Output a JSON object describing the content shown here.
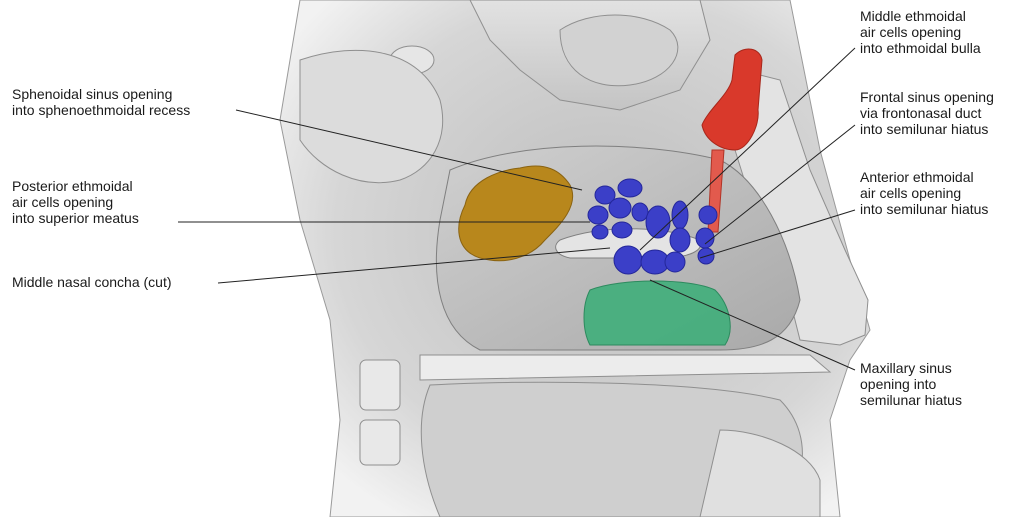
{
  "labels": {
    "sphenoidal": "Sphenoidal sinus opening\ninto sphenoethmoidal recess",
    "posterior_ethmoidal": "Posterior ethmoidal\nair cells opening\ninto superior meatus",
    "middle_concha": "Middle nasal concha (cut)",
    "middle_ethmoidal": "Middle ethmoidal\nair cells opening\ninto ethmoidal bulla",
    "frontal": "Frontal sinus opening\nvia frontonasal duct\ninto semilunar hiatus",
    "anterior_ethmoidal": "Anterior ethmoidal\nair cells opening\ninto semilunar hiatus",
    "maxillary": "Maxillary sinus\nopening into\nsemilunar hiatus"
  },
  "colors": {
    "sphenoidal_sinus": "#b8871c",
    "frontal_sinus": "#d9392b",
    "ethmoidal_cells": "#3b3fc8",
    "maxillary_sinus": "#3fae7a",
    "tissue": "#d8d8d8",
    "bone": "#ebebeb"
  }
}
